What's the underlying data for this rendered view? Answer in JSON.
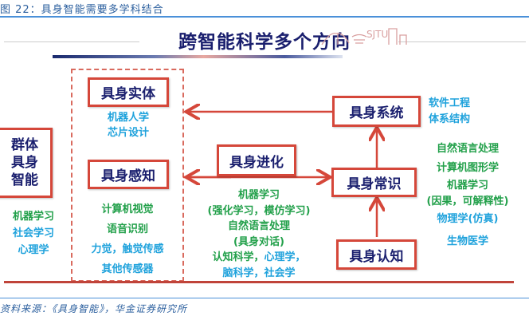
{
  "caption": "图 22：具身智能需要多学科结合",
  "title": "跨智能科学多个方向",
  "logo_text": "SJTU",
  "nodes": {
    "group": "群体具身智能",
    "entity": "具身实体",
    "perception": "具身感知",
    "evolution": "具身进化",
    "system": "具身系统",
    "commonsense": "具身常识",
    "cognition": "具身认知"
  },
  "group_labels": [
    "机器学习",
    "社会学习",
    "心理学"
  ],
  "entity_labels": [
    "机器人学",
    "芯片设计"
  ],
  "perception_labels": [
    "计算机视觉",
    "语音识别",
    "力觉，触觉传感",
    "其他传感器"
  ],
  "evolution_labels": [
    "机器学习",
    "(强化学习，模仿学习)",
    "自然语言处理",
    "(具身对话)",
    "认知科学，",
    "心理学，",
    "脑科学，社会学"
  ],
  "system_labels": [
    "软件工程",
    "体系结构"
  ],
  "commonsense_labels": [
    "自然语言处理",
    "计算机图形学",
    "机器学习",
    "(因果，可解释性)",
    "物理学(仿真)",
    "生物医学"
  ],
  "source": "资料来源：《具身智能》，华金证券研究所",
  "colors": {
    "box_border": "#d5473a",
    "node_text": "#1a1f6e",
    "green": "#22a04a",
    "cyan": "#1fa2dc"
  }
}
